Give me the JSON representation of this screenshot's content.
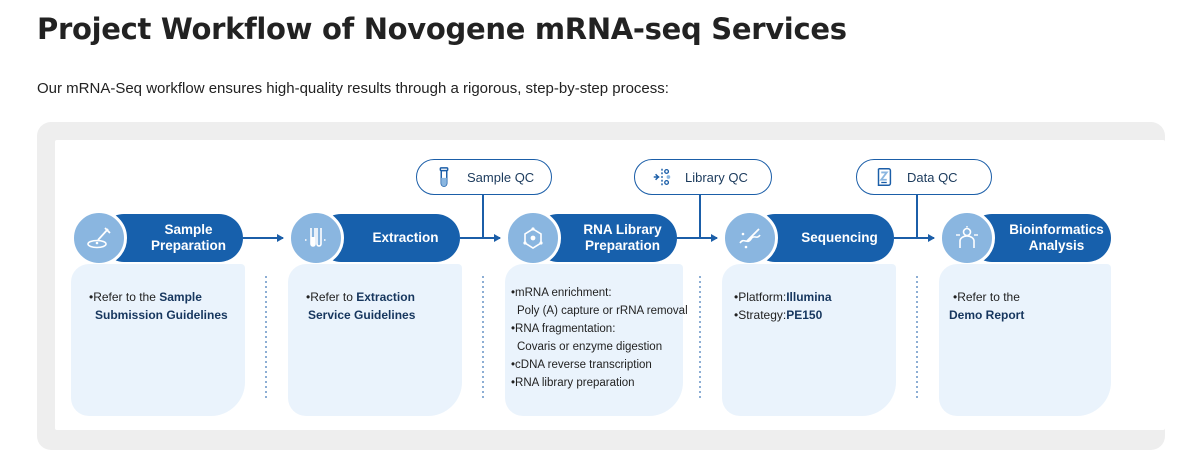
{
  "page": {
    "title": "Project Workflow of Novogene mRNA-seq Services",
    "subtitle": "Our mRNA-Seq workflow ensures high-quality results through a rigorous, step-by-step process:"
  },
  "qc_checkpoints": [
    {
      "label": "Sample QC",
      "icon": "test-tube-icon"
    },
    {
      "label": "Library QC",
      "icon": "dna-chip-icon"
    },
    {
      "label": "Data QC",
      "icon": "data-scroll-icon"
    }
  ],
  "steps": [
    {
      "title_line1": "Sample",
      "title_line2": "Preparation",
      "icon": "petri-dish-icon",
      "details": [
        {
          "bullet": "•",
          "prefix": "Refer to the ",
          "strong": "Sample"
        },
        {
          "bullet": "",
          "prefix": "",
          "strong": "Submission Guidelines"
        }
      ]
    },
    {
      "title_line1": "Extraction",
      "title_line2": "",
      "icon": "test-tubes-icon",
      "details": [
        {
          "bullet": "•",
          "prefix": "Refer to ",
          "strong": "Extraction"
        },
        {
          "bullet": "",
          "prefix": "",
          "strong": "Service Guidelines"
        }
      ]
    },
    {
      "title_line1": "RNA Library",
      "title_line2": "Preparation",
      "icon": "molecule-network-icon",
      "details": [
        {
          "bullet": "•",
          "prefix": "mRNA enrichment:",
          "strong": ""
        },
        {
          "bullet": "",
          "prefix": "Poly (A) capture or rRNA removal",
          "strong": ""
        },
        {
          "bullet": "•",
          "prefix": "RNA fragmentation:",
          "strong": ""
        },
        {
          "bullet": "",
          "prefix": "Covaris or enzyme digestion",
          "strong": ""
        },
        {
          "bullet": "•",
          "prefix": "cDNA reverse transcription",
          "strong": ""
        },
        {
          "bullet": "•",
          "prefix": "RNA library preparation",
          "strong": ""
        }
      ]
    },
    {
      "title_line1": "Sequencing",
      "title_line2": "",
      "icon": "sequencing-pipette-icon",
      "details": [
        {
          "bullet": "•",
          "prefix": "Platform:",
          "strong": "Illumina"
        },
        {
          "bullet": "•",
          "prefix": "Strategy:",
          "strong": "PE150"
        }
      ]
    },
    {
      "title_line1": "Bioinformatics",
      "title_line2": "Analysis",
      "icon": "analyst-person-icon",
      "details": [
        {
          "bullet": "•",
          "prefix": "Refer to the",
          "strong": ""
        },
        {
          "bullet": "",
          "prefix": "",
          "strong": "Demo Report"
        }
      ]
    }
  ],
  "colors": {
    "step_pill": "#1760ac",
    "icon_circle": "#8ab6e0",
    "detail_card": "#eaf3fc",
    "panel_bg": "#eeeeee",
    "arrow": "#1b5ea8"
  }
}
